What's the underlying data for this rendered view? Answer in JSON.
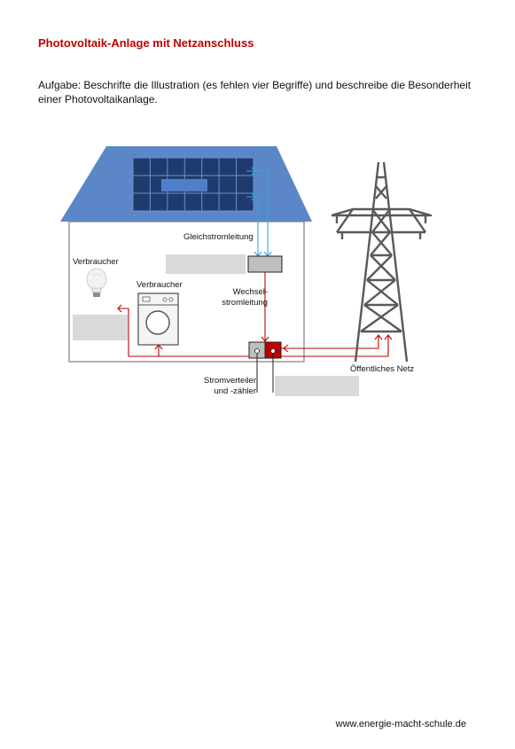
{
  "document": {
    "title": "Photovoltaik-Anlage mit Netzanschluss",
    "task": "Aufgabe: Beschrifte die Illustration (es fehlen vier Begriffe) und beschreibe die Besonderheit einer Photovoltaikanlage."
  },
  "labels": {
    "verbraucher_lamp": "Verbraucher",
    "verbraucher_washer": "Verbraucher",
    "gleichstromleitung": "Gleichstromleitung",
    "wechselstromleitung_1": "Wechsel-",
    "wechselstromleitung_2": "stromleitung",
    "stromverteiler_1": "Stromverteiler",
    "stromverteiler_2": "und -zähler",
    "oeffentliches_netz": "Öffentliches Netz"
  },
  "colors": {
    "title": "#c00000",
    "roof": "#5b87c9",
    "panel": "#1f3b6e",
    "dc_line": "#3aa3d8",
    "ac_line": "#c00000",
    "blank": "#d9d9d9"
  },
  "footer": {
    "url": "www.energie-macht-schule.de"
  }
}
